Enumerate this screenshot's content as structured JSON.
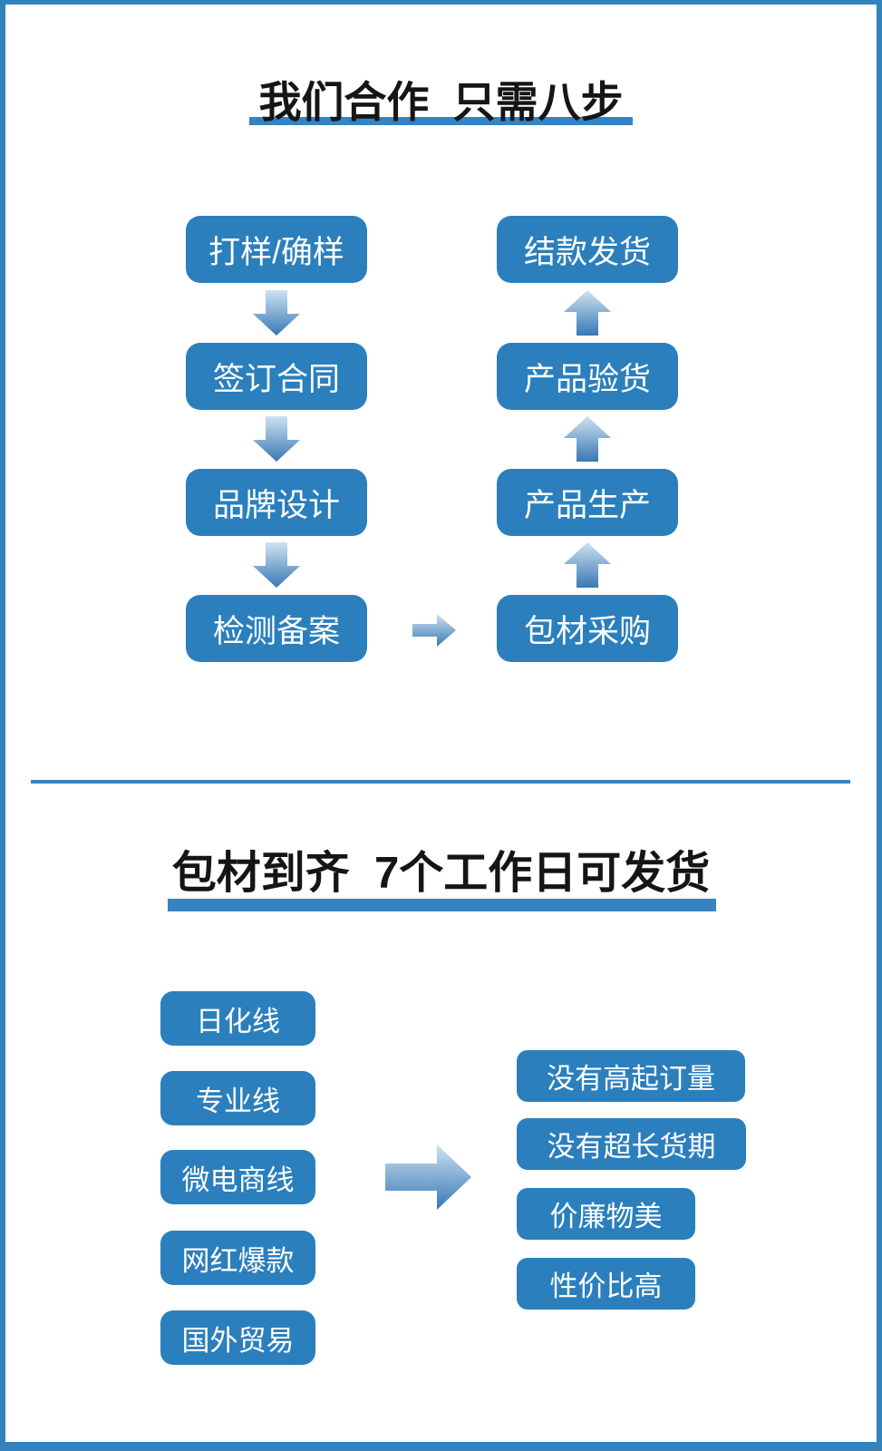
{
  "header": {
    "title": "我们合作  只需八步"
  },
  "flow": {
    "left_steps": [
      "打样/确样",
      "签订合同",
      "品牌设计",
      "检测备案"
    ],
    "right_steps": [
      "结款发货",
      "产品验货",
      "产品生产",
      "包材采购"
    ]
  },
  "section2": {
    "title": "包材到齐  7个工作日可发货",
    "product_lines": [
      "日化线",
      "专业线",
      "微电商线",
      "网红爆款",
      "国外贸易"
    ],
    "benefits": [
      "没有高起订量",
      "没有超长货期",
      "价廉物美",
      "性价比高"
    ]
  },
  "colors": {
    "box_blue": "#2b7fbc",
    "accent_blue": "#3583c2",
    "border_blue": "#3182bd",
    "title_text": "#151515",
    "box_text": "#ffffff",
    "arrow_grad_start": "#cfe2f2",
    "arrow_grad_end": "#3778b4"
  }
}
